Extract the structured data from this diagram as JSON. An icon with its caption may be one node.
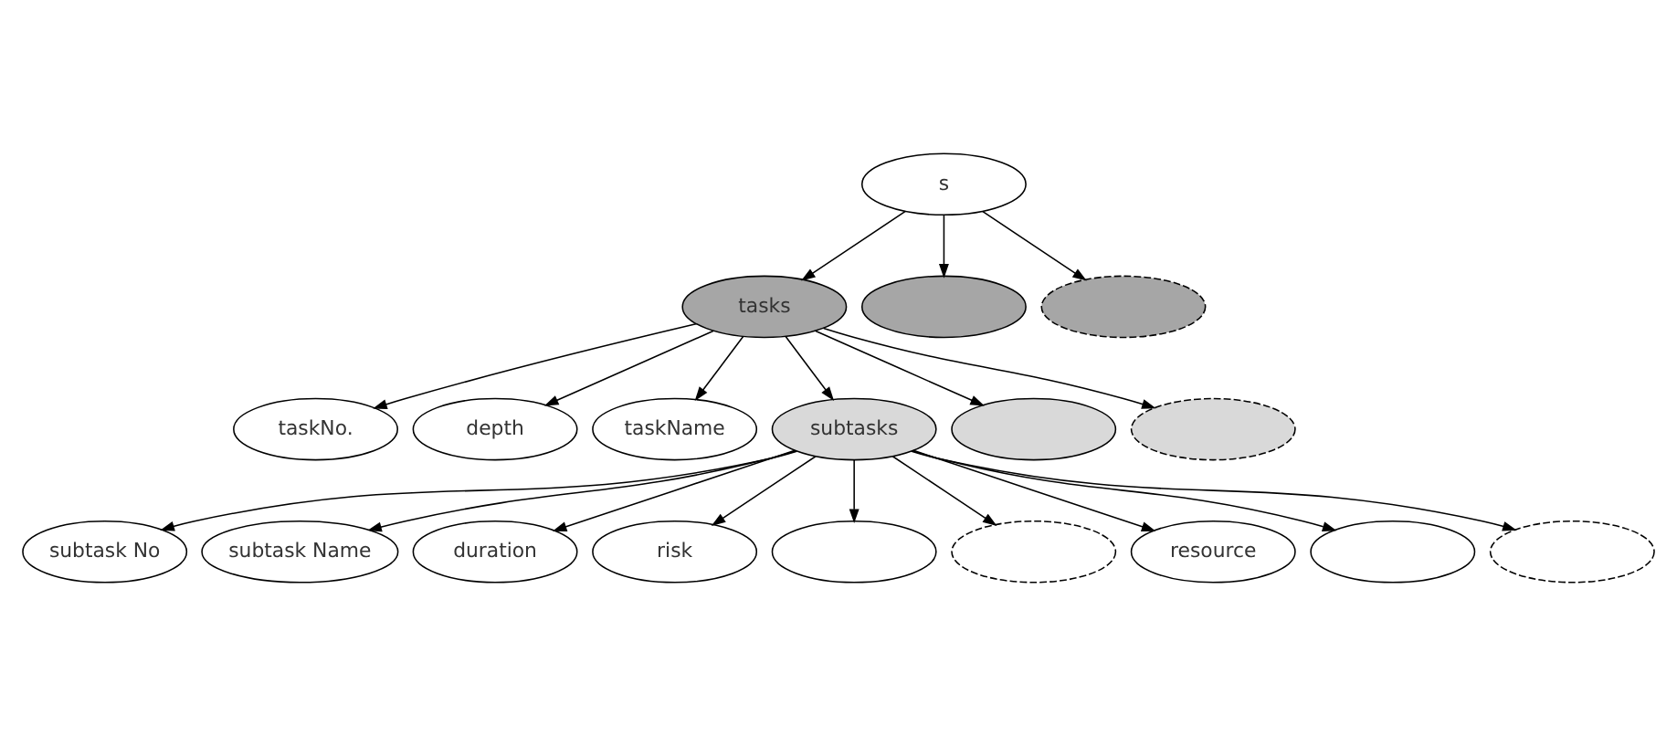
{
  "diagram": {
    "nodes": [
      {
        "text": [
          "s"
        ]
      },
      {
        "text": [
          "tasks"
        ]
      },
      {
        "text": [],
        "shape": "ellipse"
      },
      {
        "text": [],
        "shape": "ellipse"
      },
      {
        "text": [
          "taskNo."
        ]
      },
      {
        "text": [
          "depth"
        ]
      },
      {
        "text": [
          "taskName"
        ]
      },
      {
        "text": [
          "subtasks"
        ]
      },
      {
        "text": [],
        "shape": "ellipse"
      },
      {
        "text": [],
        "shape": "ellipse"
      },
      {
        "text": [
          "subtask No"
        ]
      },
      {
        "text": [
          "subtask Name"
        ]
      },
      {
        "text": [
          "duration"
        ]
      },
      {
        "text": [
          "risk"
        ]
      },
      {
        "text": [],
        "shape": "ellipse"
      },
      {
        "text": [],
        "shape": "ellipse"
      },
      {
        "text": [
          "resource"
        ]
      },
      {
        "text": [],
        "shape": "ellipse"
      },
      {
        "text": [],
        "shape": "ellipse"
      }
    ],
    "edges": [
      {
        "from": 0,
        "to": 1,
        "arrow": "to"
      },
      {
        "from": 0,
        "to": 2,
        "arrow": "to"
      },
      {
        "from": 0,
        "to": 3,
        "arrow": "to"
      },
      {
        "from": 1,
        "to": 4,
        "arrow": "to"
      },
      {
        "from": 1,
        "to": 5,
        "arrow": "to"
      },
      {
        "from": 1,
        "to": 6,
        "arrow": "to"
      },
      {
        "from": 1,
        "to": 7,
        "arrow": "to"
      },
      {
        "from": 1,
        "to": 8,
        "arrow": "to"
      },
      {
        "from": 1,
        "to": 9,
        "arrow": "to"
      },
      {
        "from": 7,
        "to": 10,
        "arrow": "to"
      },
      {
        "from": 7,
        "to": 11,
        "arrow": "to"
      },
      {
        "from": 7,
        "to": 12,
        "arrow": "to"
      },
      {
        "from": 7,
        "to": 13,
        "arrow": "to"
      },
      {
        "from": 7,
        "to": 14,
        "arrow": "to"
      },
      {
        "from": 7,
        "to": 15,
        "arrow": "to"
      },
      {
        "from": 7,
        "to": 16,
        "arrow": "to"
      },
      {
        "from": 7,
        "to": 17,
        "arrow": "to"
      },
      {
        "from": 7,
        "to": 18,
        "arrow": "to"
      }
    ]
  }
}
